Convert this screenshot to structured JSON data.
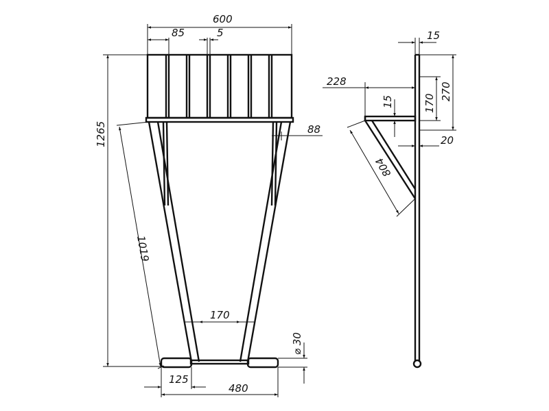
{
  "dimensions": {
    "front_overall_width": "600",
    "slat_pitch": "85",
    "slat_gap": "5",
    "overall_height": "1265",
    "leg_brace_offset": "88",
    "leg_length": "1019",
    "inner_base_width": "170",
    "foot_diameter": "⌀ 30",
    "foot_length": "125",
    "base_width": "480",
    "side_top_thickness": "15",
    "side_depth": "228",
    "side_plate_thickness": "15",
    "side_height_inner": "170",
    "side_height_outer": "270",
    "side_offset": "20",
    "brace_length": "804"
  }
}
